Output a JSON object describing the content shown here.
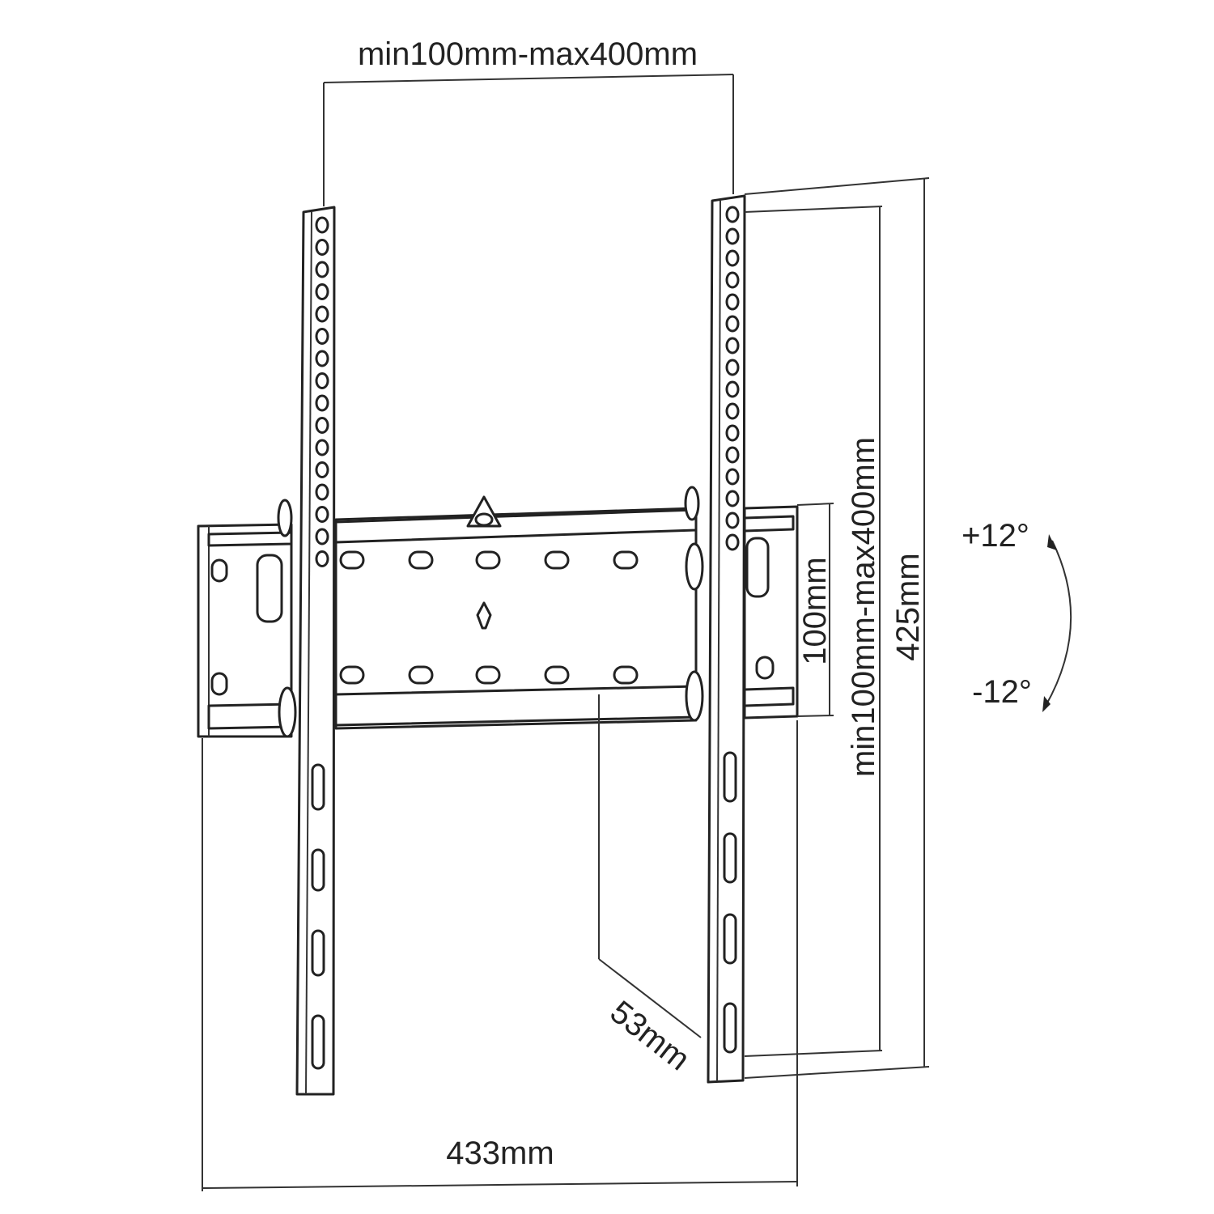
{
  "labels": {
    "top_width": "min100mm-max400mm",
    "vertical_range": "min100mm-max400mm",
    "plate_height": "100mm",
    "total_height": "425mm",
    "tilt_up": "+12°",
    "tilt_down": "-12°",
    "depth": "53mm",
    "total_width": "433mm"
  },
  "colors": {
    "line": "#222222",
    "background": "#ffffff"
  }
}
